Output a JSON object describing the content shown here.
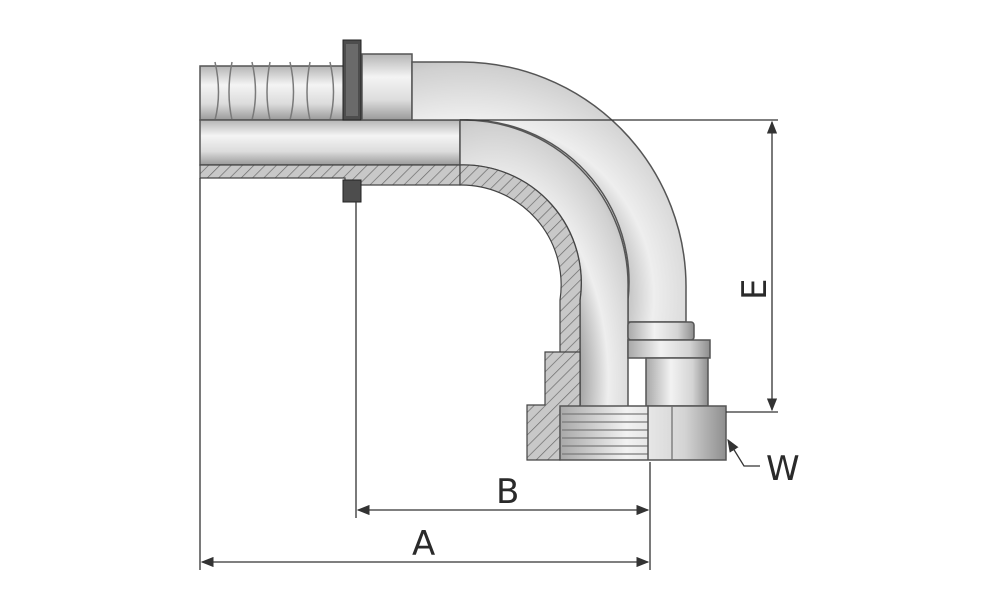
{
  "diagram": {
    "dimensions": {
      "a": "A",
      "b": "B",
      "e": "E",
      "w": "W"
    },
    "colors": {
      "metal_light": "#f2f2f2",
      "metal_mid": "#c9c9c9",
      "metal_dark": "#8a8a8a",
      "outline": "#3a3a3a",
      "dimension_line": "#333333",
      "seal_ring": "#4d4d4d"
    }
  }
}
